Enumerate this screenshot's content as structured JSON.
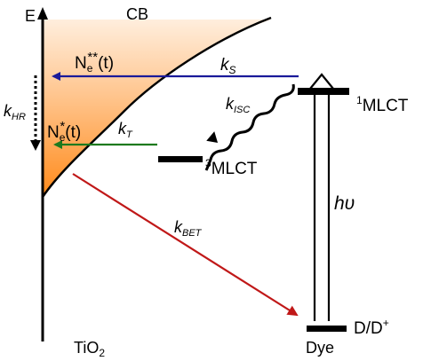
{
  "labels": {
    "energy_axis": "E",
    "conduction_band": "CB",
    "tio2_prefix": "TiO",
    "tio2_sub": "2",
    "dye": "Dye",
    "ne_double_star": {
      "base": "N",
      "sub": "e",
      "sup": "**",
      "arg": "(t)"
    },
    "ne_star": {
      "base": "N",
      "sub": "e",
      "sup": "*",
      "arg": "(t)"
    },
    "k_s": {
      "base": "k",
      "sub": "S"
    },
    "k_hr": {
      "base": "k",
      "sub": "HR"
    },
    "k_isc": {
      "base": "k",
      "sub": "ISC"
    },
    "k_t": {
      "base": "k",
      "sub": "T"
    },
    "k_bet": {
      "base": "k",
      "sub": "BET"
    },
    "h_nu": "hυ",
    "singlet_mlct": {
      "sup": "1",
      "base": "MLCT"
    },
    "triplet_mlct": {
      "sup": "3",
      "base": "MLCT"
    },
    "d_dplus": {
      "base": "D/D",
      "sup": "+"
    }
  },
  "colors": {
    "injection_ks": "#1a1a9a",
    "injection_kt": "#1e7a1e",
    "recombination_kbet": "#c01818",
    "band_fill_light": "#ffe9d6",
    "band_fill_dark": "#ff8a1a",
    "line": "#000000"
  }
}
